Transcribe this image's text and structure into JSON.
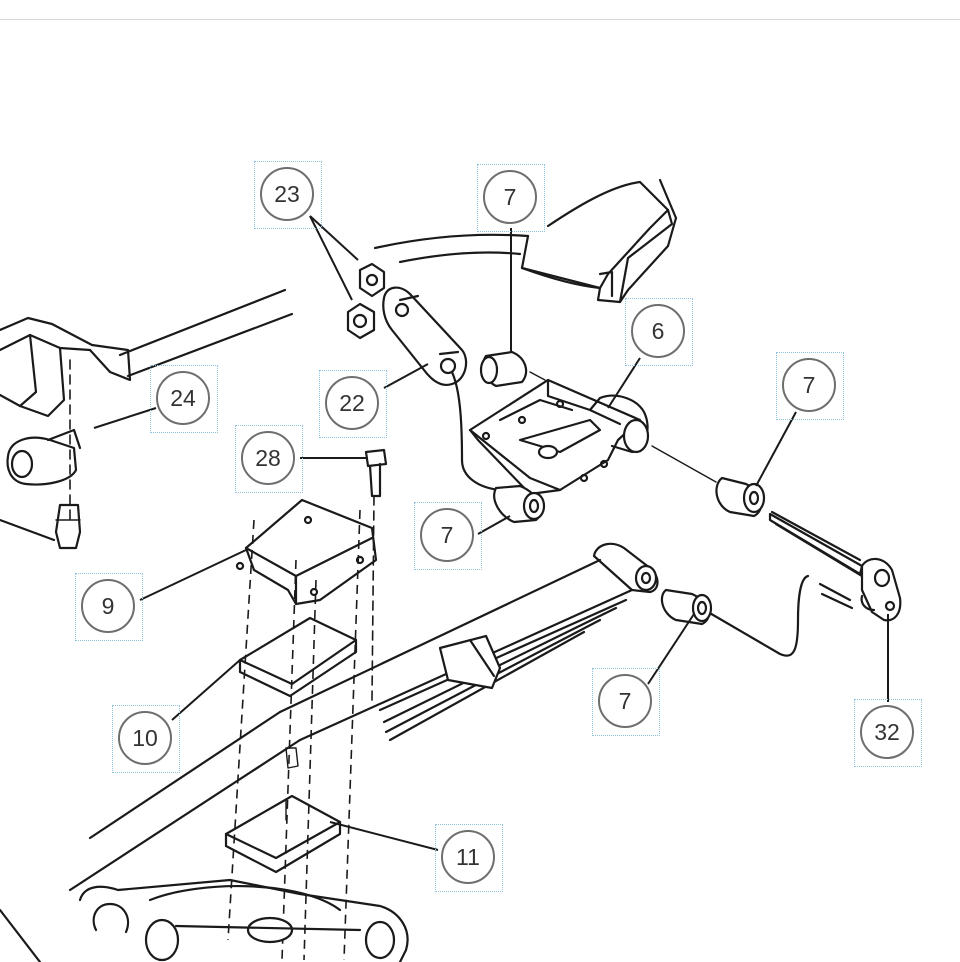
{
  "callouts": [
    {
      "id": "c23",
      "label": "23"
    },
    {
      "id": "c7a",
      "label": "7"
    },
    {
      "id": "c6",
      "label": "6"
    },
    {
      "id": "c7b",
      "label": "7"
    },
    {
      "id": "c24",
      "label": "24"
    },
    {
      "id": "c22",
      "label": "22"
    },
    {
      "id": "c28",
      "label": "28"
    },
    {
      "id": "c7c",
      "label": "7"
    },
    {
      "id": "c9",
      "label": "9"
    },
    {
      "id": "c10",
      "label": "10"
    },
    {
      "id": "c7d",
      "label": "7"
    },
    {
      "id": "c32",
      "label": "32"
    },
    {
      "id": "c11",
      "label": "11"
    }
  ],
  "colors": {
    "line": "#1a1a1a",
    "callout_border": "#6e6e6e",
    "callout_text": "#333333",
    "hotspot_outline": "#8fc3de"
  }
}
